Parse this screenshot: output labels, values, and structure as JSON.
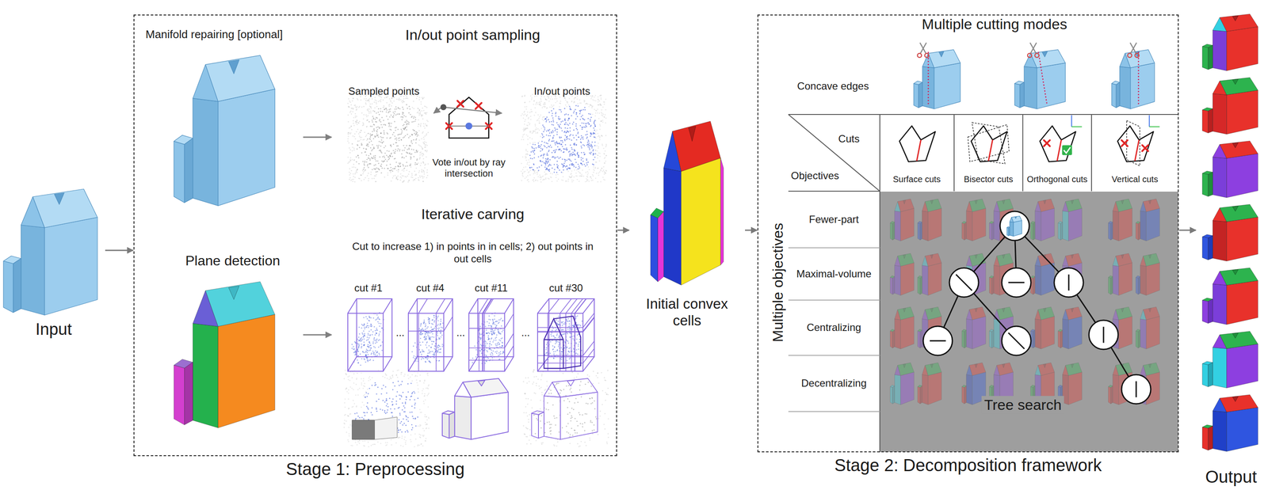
{
  "diagram": {
    "nodes": [
      {
        "text": [
          "Input"
        ]
      },
      {
        "text": [
          "Stage 1: Preprocessing"
        ]
      },
      {
        "text": [
          "Initial convex cells"
        ]
      },
      {
        "text": [
          "Stage 2: Decomposition framework"
        ]
      },
      {
        "text": [
          "Output"
        ]
      }
    ],
    "edges": [
      {
        "from": 0,
        "to": 1,
        "arrow": "to"
      },
      {
        "from": 1,
        "to": 2,
        "arrow": "to"
      },
      {
        "from": 2,
        "to": 3,
        "arrow": "to"
      },
      {
        "from": 3,
        "to": 4,
        "arrow": "to"
      }
    ],
    "labels": [
      "Manifold repairing [optional]",
      "In/out point sampling",
      "Sampled points",
      "In/out points",
      "Vote in/out by ray intersection",
      "Plane detection",
      "Iterative carving",
      "Cut to increase 1) in points in in cells; 2) out points in out cells",
      "cut #1",
      "cut #4",
      "cut #11",
      "cut #30",
      "...",
      "...",
      "...",
      "Multiple cutting modes",
      "Concave edges",
      "Cuts",
      "Objectives",
      "Surface cuts",
      "Bisector cuts",
      "Orthogonal cuts",
      "Vertical cuts",
      "Multiple objectives",
      "Fewer-part",
      "Maximal-volume",
      "Centralizing",
      "Decentralizing",
      "Tree search"
    ]
  }
}
